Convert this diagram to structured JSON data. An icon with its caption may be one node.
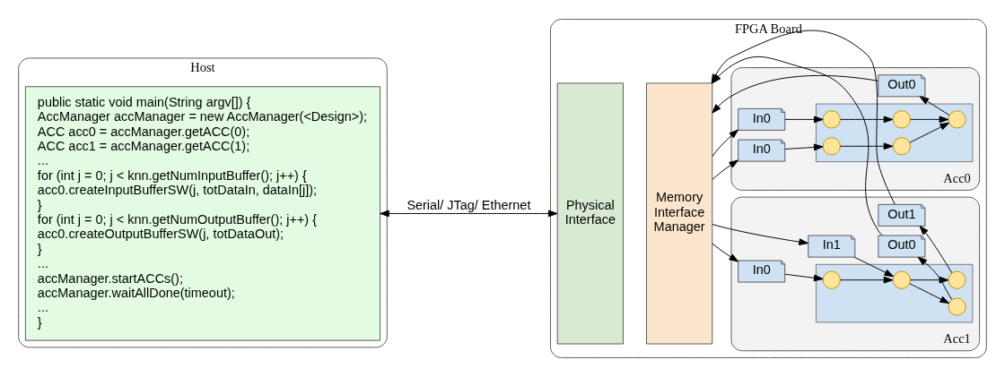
{
  "diagram": {
    "nodes": [
      {
        "text": [
          "Host"
        ]
      },
      {
        "text": [
          "public static void main(String argv[]) {",
          "AccManager accManager = new AccManager(<Design>);",
          "ACC acc0 = accManager.getACC(0);",
          "ACC acc1 = accManager.getACC(1);",
          "...",
          "for (int j = 0; j < knn.getNumInputBuffer(); j++) {",
          "acc0.createInputBufferSW(j, totDataIn, dataIn[j]);",
          "}",
          "for (int j = 0; j < knn.getNumOutputBuffer(); j++) {",
          "acc0.createOutputBufferSW(j, totDataOut);",
          "}",
          "...",
          "accManager.startACCs();",
          "accManager.waitAllDone(timeout);",
          "...",
          "}"
        ],
        "in": 0
      },
      {
        "text": [
          "FPGA Board"
        ]
      },
      {
        "text": [
          "Physical Interface"
        ],
        "in": 2
      },
      {
        "text": [
          "Memory Interface Manager"
        ],
        "in": 2
      },
      {
        "text": [
          "Acc0"
        ],
        "in": 2
      },
      {
        "text": [
          "In0"
        ],
        "in": 5
      },
      {
        "text": [
          "In0"
        ],
        "in": 5
      },
      {
        "text": [
          "Out0"
        ],
        "in": 5
      },
      {
        "text": [],
        "shape": "box",
        "in": 5
      },
      {
        "text": [],
        "shape": "circle",
        "in": 9
      },
      {
        "text": [],
        "shape": "circle",
        "in": 9
      },
      {
        "text": [],
        "shape": "circle",
        "in": 9
      },
      {
        "text": [],
        "shape": "circle",
        "in": 9
      },
      {
        "text": [],
        "shape": "circle",
        "in": 9
      },
      {
        "text": [
          "Acc1"
        ],
        "in": 2
      },
      {
        "text": [
          "In0"
        ],
        "in": 15
      },
      {
        "text": [
          "In1"
        ],
        "in": 15
      },
      {
        "text": [
          "Out0"
        ],
        "in": 15
      },
      {
        "text": [
          "Out1"
        ],
        "in": 15
      },
      {
        "text": [],
        "shape": "box",
        "in": 15
      },
      {
        "text": [],
        "shape": "circle",
        "in": 20
      },
      {
        "text": [],
        "shape": "circle",
        "in": 20
      },
      {
        "text": [],
        "shape": "circle",
        "in": 20
      },
      {
        "text": [],
        "shape": "circle",
        "in": 20
      }
    ],
    "edges": [
      {
        "from": 1,
        "to": 3,
        "arrow": "both",
        "label": "Serial/ JTag/ Ethernet"
      },
      {
        "from": 4,
        "to": 6,
        "arrow": "to"
      },
      {
        "from": 4,
        "to": 7,
        "arrow": "to"
      },
      {
        "from": 8,
        "to": 4,
        "arrow": "to"
      },
      {
        "from": 6,
        "to": 10,
        "arrow": "to"
      },
      {
        "from": 10,
        "to": 11,
        "arrow": "to"
      },
      {
        "from": 11,
        "to": 14,
        "arrow": "to"
      },
      {
        "from": 7,
        "to": 12,
        "arrow": "to"
      },
      {
        "from": 12,
        "to": 13,
        "arrow": "to"
      },
      {
        "from": 13,
        "to": 14,
        "arrow": "to"
      },
      {
        "from": 14,
        "to": 8,
        "arrow": "to"
      },
      {
        "from": 4,
        "to": 16,
        "arrow": "to"
      },
      {
        "from": 4,
        "to": 17,
        "arrow": "to"
      },
      {
        "from": 18,
        "to": 4,
        "arrow": "to"
      },
      {
        "from": 19,
        "to": 4,
        "arrow": "to"
      },
      {
        "from": 16,
        "to": 21,
        "arrow": "to"
      },
      {
        "from": 21,
        "to": 22,
        "arrow": "to"
      },
      {
        "from": 22,
        "to": 23,
        "arrow": "to"
      },
      {
        "from": 17,
        "to": 22,
        "arrow": "to"
      },
      {
        "from": 22,
        "to": 24,
        "arrow": "to"
      },
      {
        "from": 24,
        "to": 18,
        "arrow": "to"
      },
      {
        "from": 23,
        "to": 19,
        "arrow": "to"
      }
    ]
  }
}
